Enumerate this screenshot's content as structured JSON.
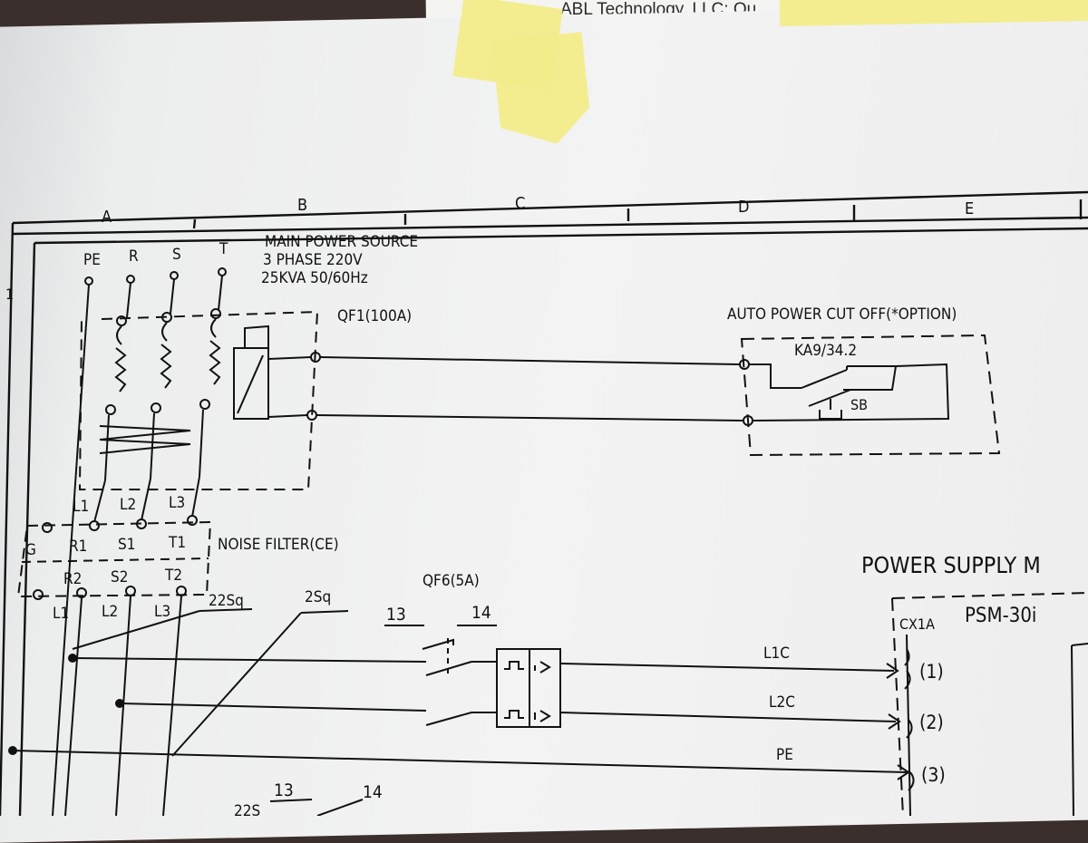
{
  "header_note": "ABL Technology, LLC: Qu",
  "columns": [
    "A",
    "B",
    "C",
    "D",
    "E"
  ],
  "row_number": "1",
  "terminals": [
    "PE",
    "R",
    "S",
    "T"
  ],
  "main_power": {
    "line1": "MAIN POWER SOURCE",
    "line2": "3 PHASE 220V",
    "line3": "25KVA 50/60Hz"
  },
  "breaker_main": "QF1(100A)",
  "auto_cutoff": {
    "title": "AUTO POWER CUT OFF(*OPTION)",
    "relay": "KA9/34.2",
    "button": "SB"
  },
  "filter": {
    "title": "NOISE FILTER(CE)",
    "in_labels": [
      "L1",
      "L2",
      "L3"
    ],
    "ground": "G",
    "top_terms": [
      "R1",
      "S1",
      "T1"
    ],
    "bot_terms": [
      "R2",
      "S2",
      "T2"
    ],
    "out_labels": [
      "L1",
      "L2",
      "L3"
    ]
  },
  "wire_sizes": [
    "22Sq",
    "2Sq"
  ],
  "breaker_small": {
    "name": "QF6(5A)",
    "pin_a": "13",
    "pin_b": "14"
  },
  "power_supply": {
    "title": "POWER SUPPLY M",
    "model": "PSM-30i",
    "connector": "CX1A",
    "signals": [
      {
        "name": "L1C",
        "pin": "(1)"
      },
      {
        "name": "L2C",
        "pin": "(2)"
      },
      {
        "name": "PE",
        "pin": "(3)"
      }
    ]
  },
  "bottom_labels": {
    "pin_a": "13",
    "pin_b": "14",
    "wire": "22S"
  }
}
